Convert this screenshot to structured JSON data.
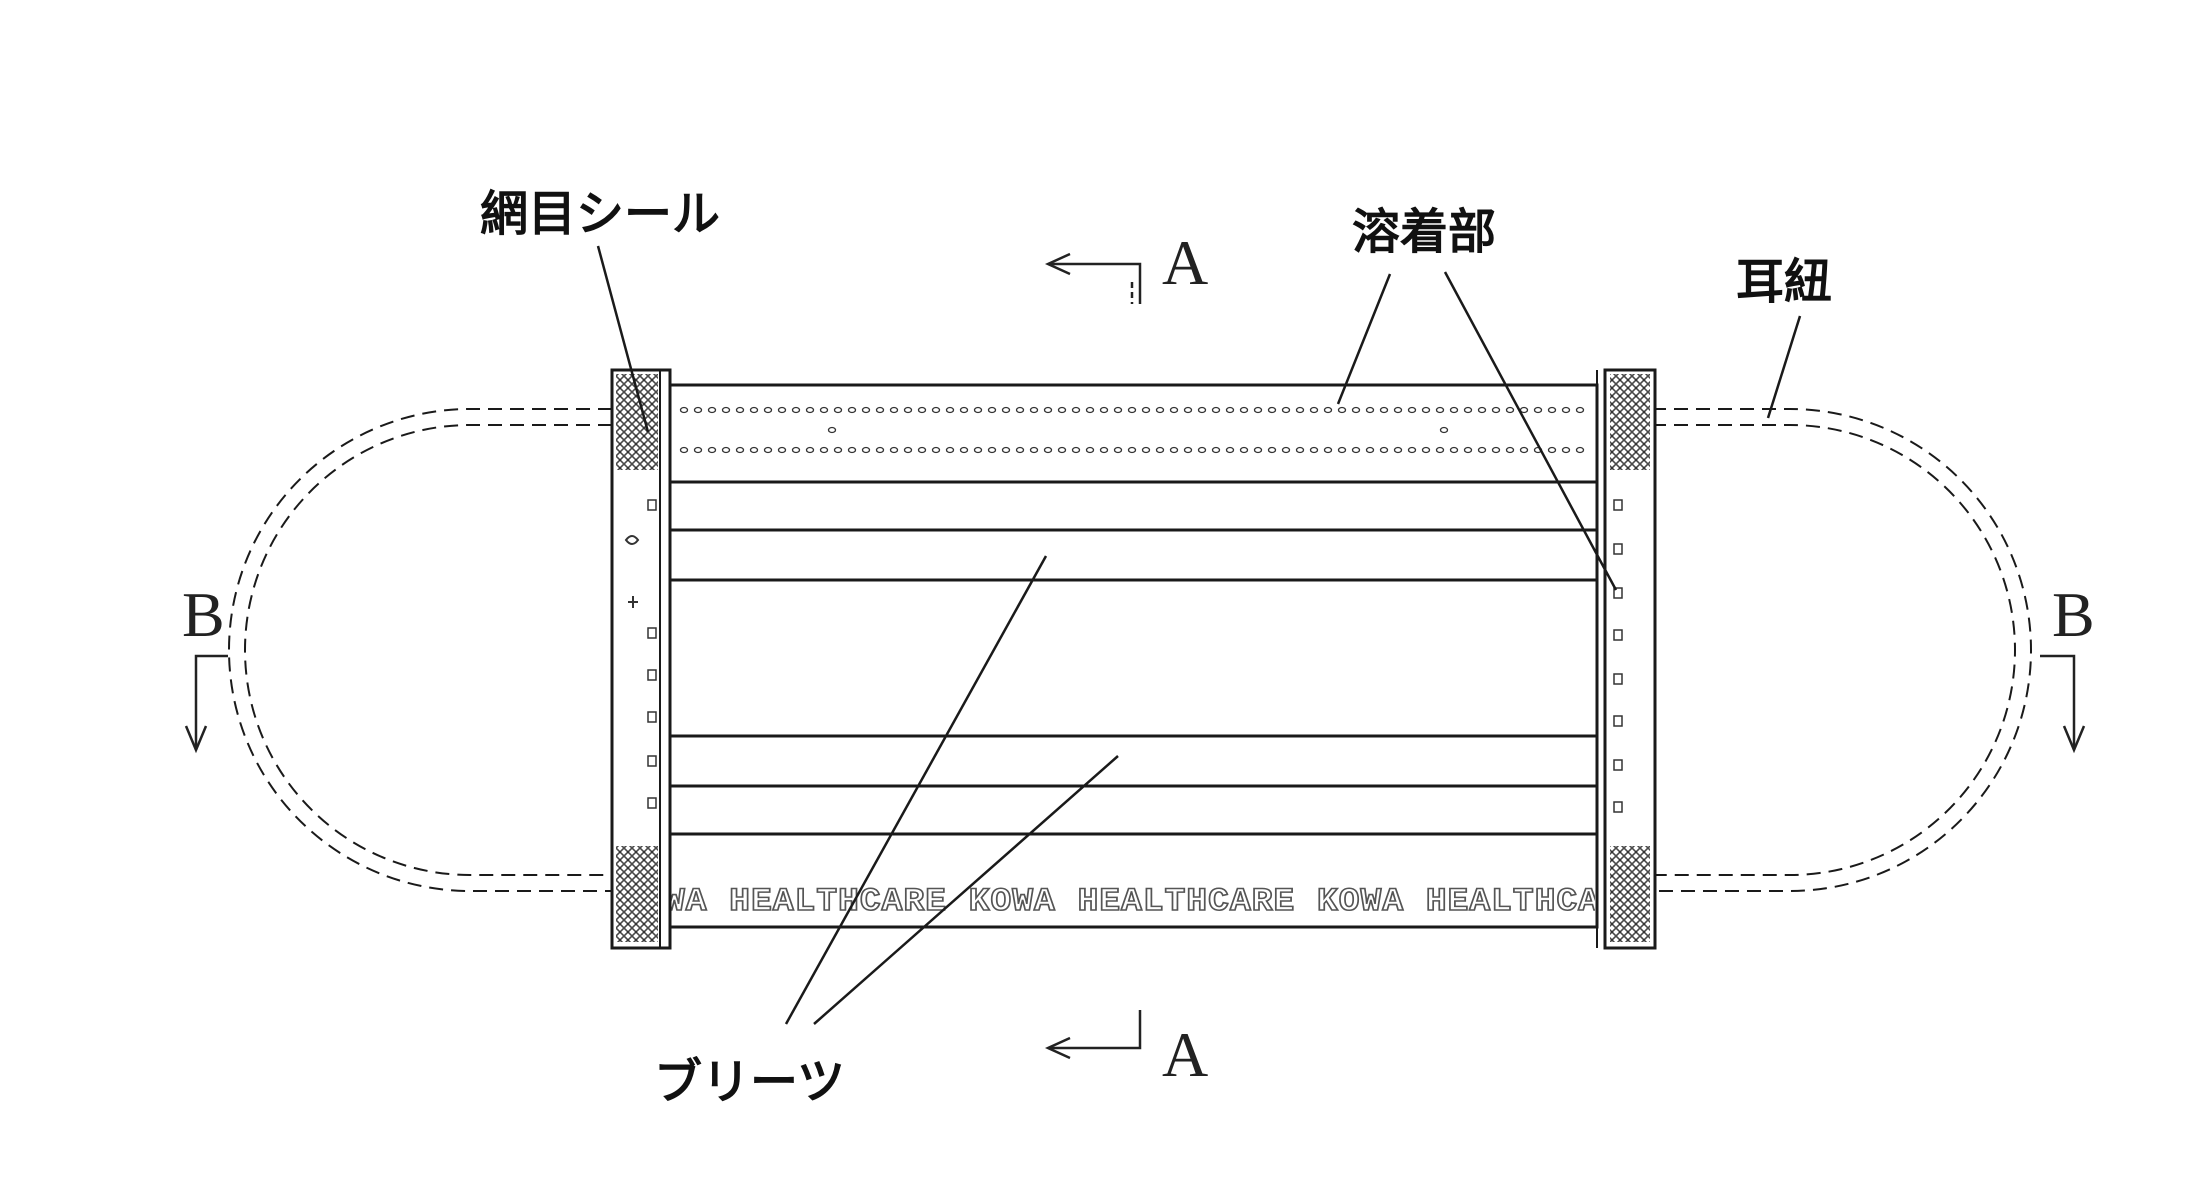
{
  "labels": {
    "mesh_seal": "網目シール",
    "weld_part": "溶着部",
    "ear_strap": "耳紐",
    "pleats": "ブリーツ"
  },
  "section_markers": {
    "a_top": "A",
    "a_bottom": "A",
    "b_left": "B",
    "b_right": "B"
  },
  "print": {
    "brand_text": "WA HEALTHCARE  KOWA HEALTHCARE  KOWA HEALTHCA"
  },
  "colors": {
    "line": "#1a1a1a",
    "hatch": "#555555"
  }
}
